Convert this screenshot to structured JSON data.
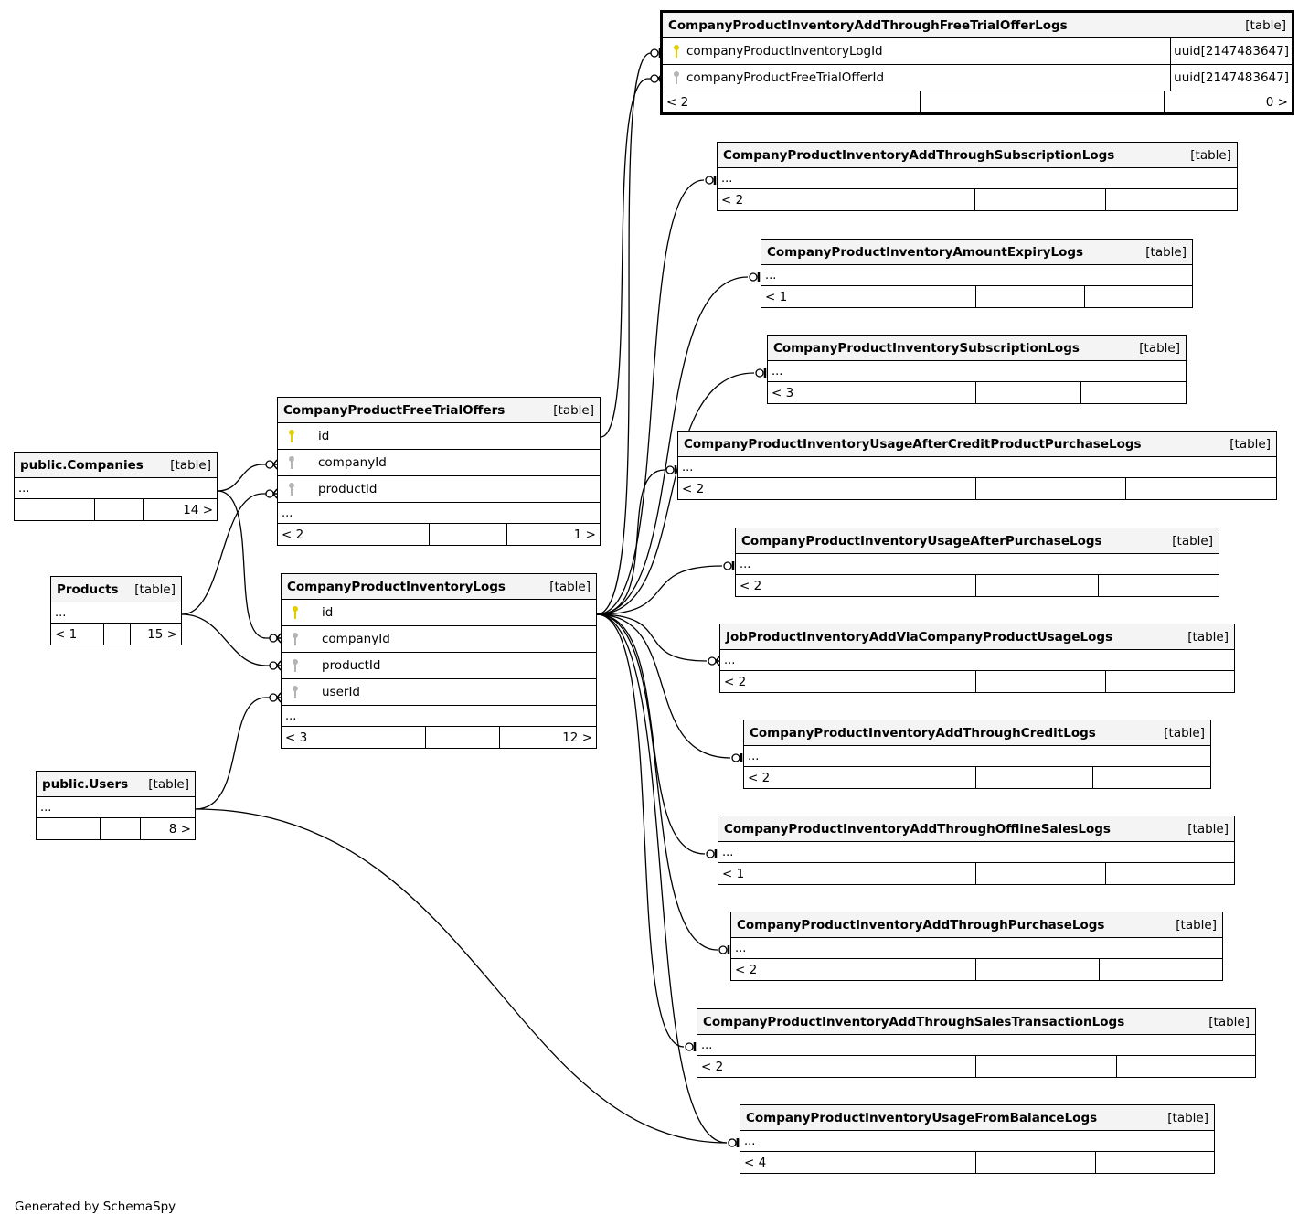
{
  "diagram": {
    "generator_label": "Generated by SchemaSpy",
    "key_colors": {
      "primary": "#e0d000",
      "foreign": "#b4b4b4"
    },
    "tables": {
      "focus": {
        "name": "CompanyProductInventoryAddThroughFreeTrialOfferLogs",
        "kind": "[table]",
        "columns": [
          {
            "key": "primary-key-icon",
            "name": "companyProductInventoryLogId",
            "type": "uuid[2147483647]"
          },
          {
            "key": "foreign-key-icon",
            "name": "companyProductFreeTrialOfferId",
            "type": "uuid[2147483647]"
          }
        ],
        "parents": "< 2",
        "middle": "",
        "children": "0 >"
      },
      "companies": {
        "name": "public.Companies",
        "kind": "[table]",
        "ellipsis": "...",
        "parents": "",
        "middle": "",
        "children": "14 >"
      },
      "products": {
        "name": "Products",
        "kind": "[table]",
        "ellipsis": "...",
        "parents": "< 1",
        "middle": "",
        "children": "15 >"
      },
      "users": {
        "name": "public.Users",
        "kind": "[table]",
        "ellipsis": "...",
        "parents": "",
        "middle": "",
        "children": "8 >"
      },
      "free_trial_offers": {
        "name": "CompanyProductFreeTrialOffers",
        "kind": "[table]",
        "columns": [
          {
            "key": "primary-key-icon",
            "name": "id"
          },
          {
            "key": "foreign-key-icon",
            "name": "companyId"
          },
          {
            "key": "foreign-key-icon",
            "name": "productId"
          }
        ],
        "ellipsis": "...",
        "parents": "< 2",
        "middle": "",
        "children": "1 >"
      },
      "inventory_logs": {
        "name": "CompanyProductInventoryLogs",
        "kind": "[table]",
        "columns": [
          {
            "key": "primary-key-icon",
            "name": "id"
          },
          {
            "key": "foreign-key-icon",
            "name": "companyId"
          },
          {
            "key": "foreign-key-icon",
            "name": "productId"
          },
          {
            "key": "foreign-key-icon",
            "name": "userId"
          }
        ],
        "ellipsis": "...",
        "parents": "< 3",
        "middle": "",
        "children": "12 >"
      },
      "add_subscription": {
        "name": "CompanyProductInventoryAddThroughSubscriptionLogs",
        "kind": "[table]",
        "ellipsis": "...",
        "parents": "< 2",
        "middle": "",
        "children": ""
      },
      "amount_expiry": {
        "name": "CompanyProductInventoryAmountExpiryLogs",
        "kind": "[table]",
        "ellipsis": "...",
        "parents": "< 1",
        "middle": "",
        "children": ""
      },
      "subscription": {
        "name": "CompanyProductInventorySubscriptionLogs",
        "kind": "[table]",
        "ellipsis": "...",
        "parents": "< 3",
        "middle": "",
        "children": ""
      },
      "usage_after_credit": {
        "name": "CompanyProductInventoryUsageAfterCreditProductPurchaseLogs",
        "kind": "[table]",
        "ellipsis": "...",
        "parents": "< 2",
        "middle": "",
        "children": ""
      },
      "usage_after_purchase": {
        "name": "CompanyProductInventoryUsageAfterPurchaseLogs",
        "kind": "[table]",
        "ellipsis": "...",
        "parents": "< 2",
        "middle": "",
        "children": ""
      },
      "job_add_via_usage": {
        "name": "JobProductInventoryAddViaCompanyProductUsageLogs",
        "kind": "[table]",
        "ellipsis": "...",
        "parents": "< 2",
        "middle": "",
        "children": ""
      },
      "add_credit": {
        "name": "CompanyProductInventoryAddThroughCreditLogs",
        "kind": "[table]",
        "ellipsis": "...",
        "parents": "< 2",
        "middle": "",
        "children": ""
      },
      "add_offline_sales": {
        "name": "CompanyProductInventoryAddThroughOfflineSalesLogs",
        "kind": "[table]",
        "ellipsis": "...",
        "parents": "< 1",
        "middle": "",
        "children": ""
      },
      "add_purchase": {
        "name": "CompanyProductInventoryAddThroughPurchaseLogs",
        "kind": "[table]",
        "ellipsis": "...",
        "parents": "< 2",
        "middle": "",
        "children": ""
      },
      "add_sales_transaction": {
        "name": "CompanyProductInventoryAddThroughSalesTransactionLogs",
        "kind": "[table]",
        "ellipsis": "...",
        "parents": "< 2",
        "middle": "",
        "children": ""
      },
      "usage_from_balance": {
        "name": "CompanyProductInventoryUsageFromBalanceLogs",
        "kind": "[table]",
        "ellipsis": "...",
        "parents": "< 4",
        "middle": "",
        "children": ""
      }
    }
  }
}
